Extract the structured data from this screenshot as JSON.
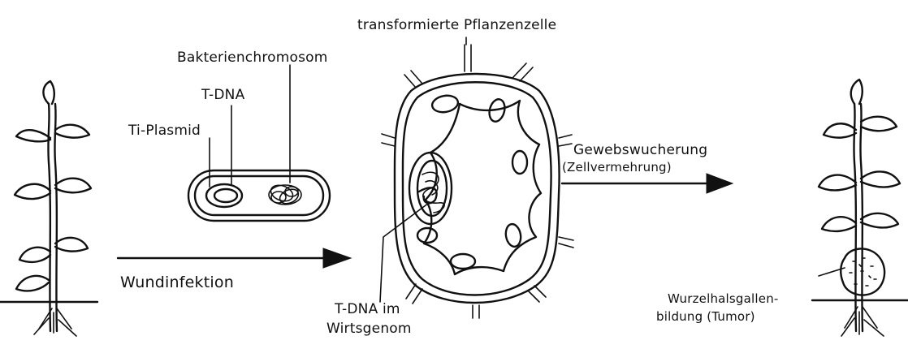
{
  "labels": {
    "transformed_cell": "transformierte Pflanzenzelle",
    "bacterial_chromosome": "Bakterienchromosom",
    "t_dna": "T-DNA",
    "ti_plasmid": "Ti-Plasmid",
    "wound_infection": "Wundinfektion",
    "t_dna_host_line1": "T-DNA im",
    "t_dna_host_line2": "Wirtsgenom",
    "tissue_growth_line1": "Gewebswucherung",
    "tissue_growth_line2": "(Zellvermehrung)",
    "crown_gall_line1": "Wurzelhalsgallen-",
    "crown_gall_line2": "bildung (Tumor)"
  }
}
